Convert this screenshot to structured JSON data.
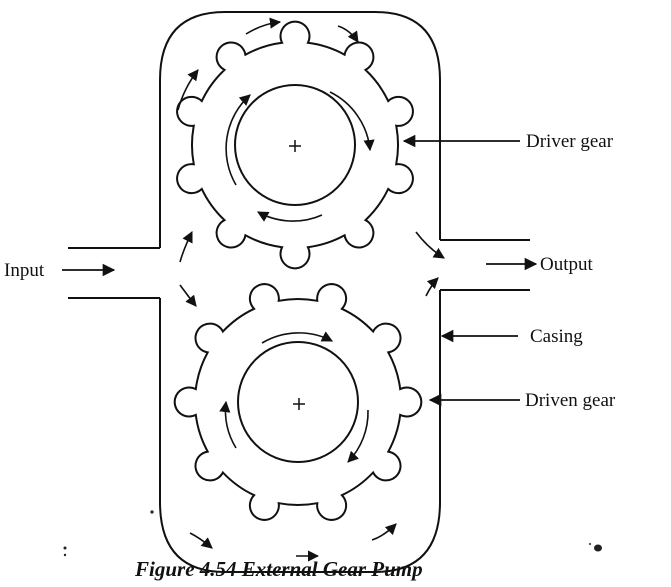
{
  "labels": {
    "input": "Input",
    "output": "Output",
    "driver_gear": "Driver gear",
    "casing": "Casing",
    "driven_gear": "Driven gear"
  },
  "caption": "Figure 4.54 External Gear Pump",
  "colors": {
    "line": "#111111",
    "background": "#ffffff"
  }
}
